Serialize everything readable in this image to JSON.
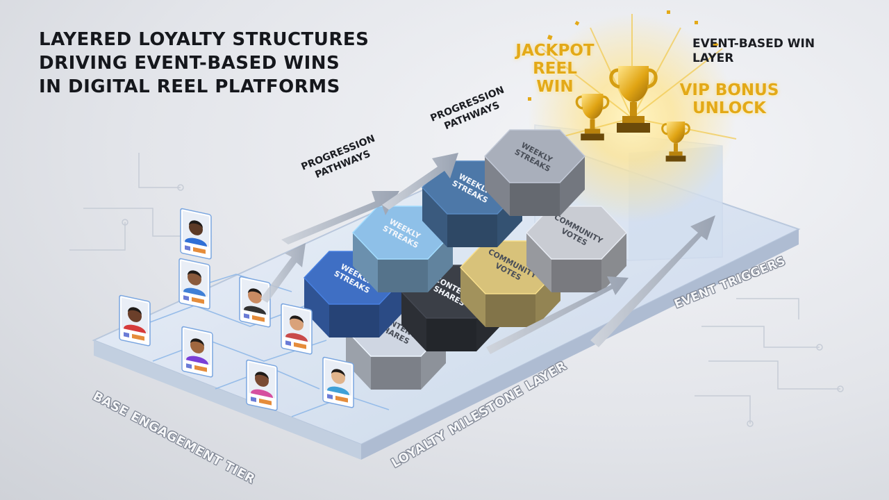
{
  "title": {
    "lines": [
      "Layered Loyalty Structures",
      "Driving Event-Based Wins",
      "In Digital Reel Platforms"
    ]
  },
  "labels": {
    "jackpot": "Jackpot Reel Win",
    "vip": "VIP Bonus Unlock",
    "event_layer": "Event-Based Win Layer",
    "progression_1": "Progression Pathways",
    "progression_2": "Progression Pathways",
    "event_triggers": "Event Triggers",
    "loyalty_layer": "Loyalty Milestone Layer",
    "base_tier": "Base Engagement Tier"
  },
  "tiles": [
    {
      "id": "t1",
      "label": "Content Shares",
      "color": "#cfd6e2"
    },
    {
      "id": "t2",
      "label": "Weekly Streaks",
      "color": "#3f6fc4"
    },
    {
      "id": "t3",
      "label": "Content Shares",
      "color": "#3b3f47"
    },
    {
      "id": "t4",
      "label": "Weekly Streaks",
      "color": "#8ec0e8"
    },
    {
      "id": "t5",
      "label": "Community Votes",
      "color": "#d8c27a"
    },
    {
      "id": "t6",
      "label": "Weekly Streaks",
      "color": "#4d78a8"
    },
    {
      "id": "t7",
      "label": "Community Votes",
      "color": "#c9ccd3"
    },
    {
      "id": "t8",
      "label": "Weekly Streaks",
      "color": "#a9afbb"
    }
  ],
  "colors": {
    "gold": "#e3a918",
    "platform": "#dfe7f2",
    "circuit": "#8fb8e8",
    "arrow": "#b9c0cc"
  },
  "avatar_count": 8
}
